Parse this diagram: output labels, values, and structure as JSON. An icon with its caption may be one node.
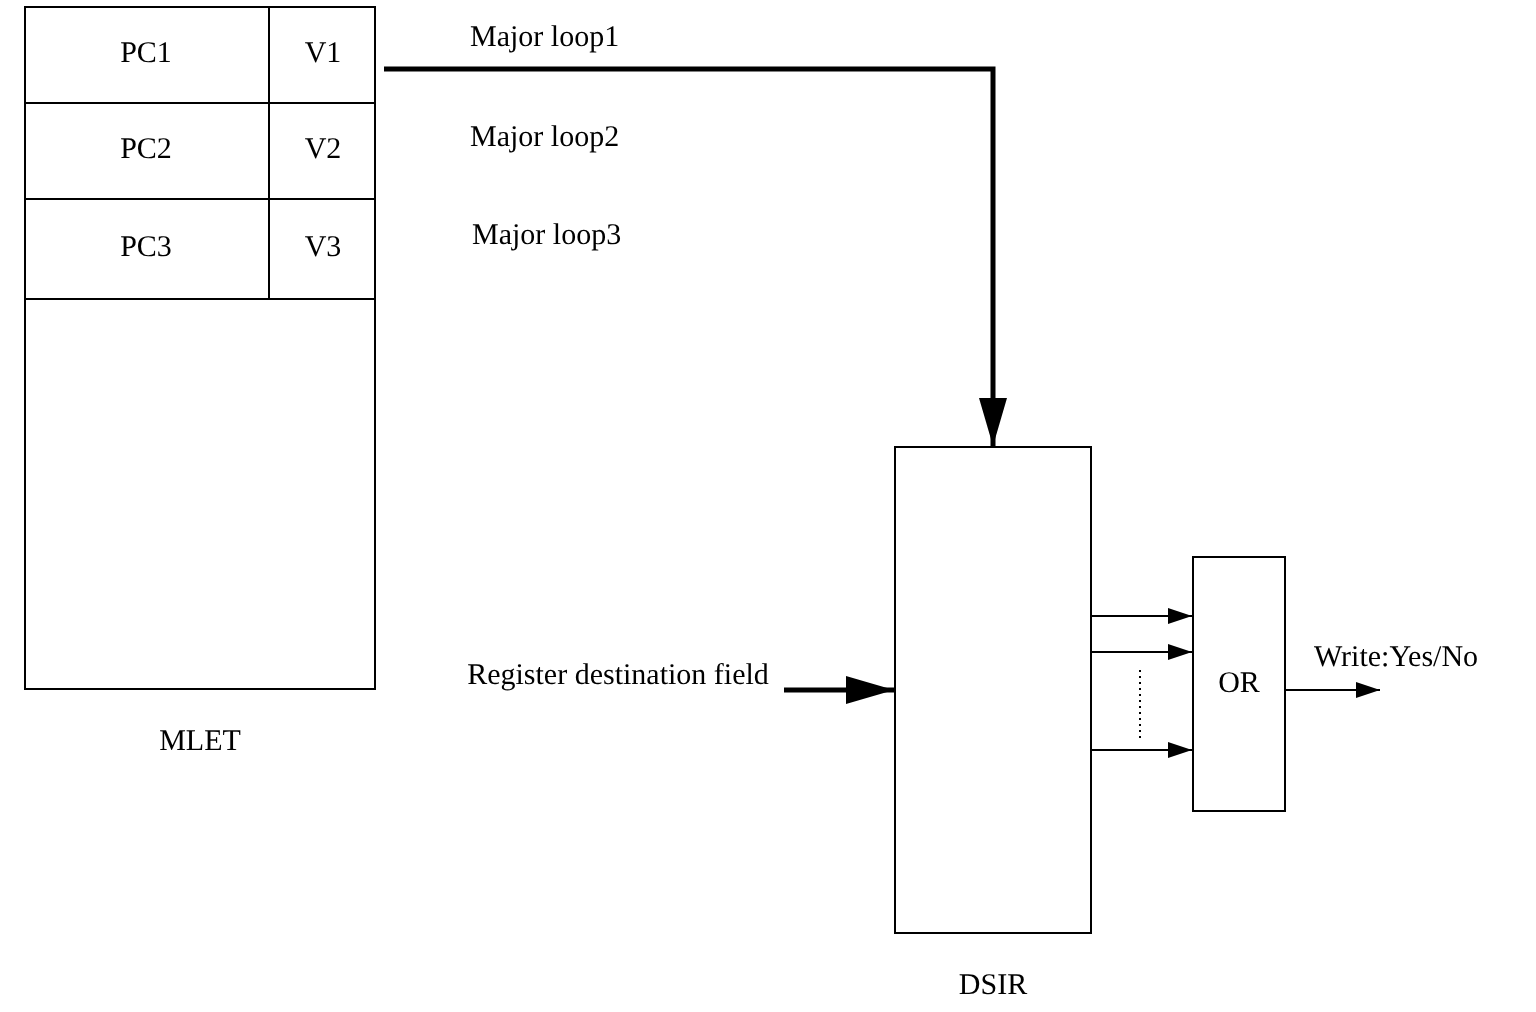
{
  "diagram": {
    "nodes": [
      {
        "text": [
          "MLET"
        ]
      },
      {
        "text": [
          "PC1"
        ],
        "in": 0
      },
      {
        "text": [
          "V1"
        ],
        "in": 0
      },
      {
        "text": [
          "PC2"
        ],
        "in": 0
      },
      {
        "text": [
          "V2"
        ],
        "in": 0
      },
      {
        "text": [
          "PC3"
        ],
        "in": 0
      },
      {
        "text": [
          "V3"
        ],
        "in": 0
      },
      {
        "text": [
          "DSIR"
        ]
      },
      {
        "text": [
          "OR"
        ]
      },
      {
        "text": [
          "Register destination field"
        ]
      }
    ],
    "edges": [
      {
        "from": 2,
        "to": 7,
        "arrow": "to",
        "label": "Major loop1",
        "style": "thick"
      },
      {
        "from": 9,
        "to": 7,
        "arrow": "to",
        "style": "thick"
      },
      {
        "from": 7,
        "to": 8,
        "arrow": "to"
      },
      {
        "from": 7,
        "to": 8,
        "arrow": "to"
      },
      {
        "from": 7,
        "to": 8,
        "arrow": "to"
      },
      {
        "from": 8,
        "to": null,
        "arrow": "to",
        "label": "Write:Yes/No"
      }
    ],
    "labels": [
      "Major loop2",
      "Major loop3"
    ]
  }
}
